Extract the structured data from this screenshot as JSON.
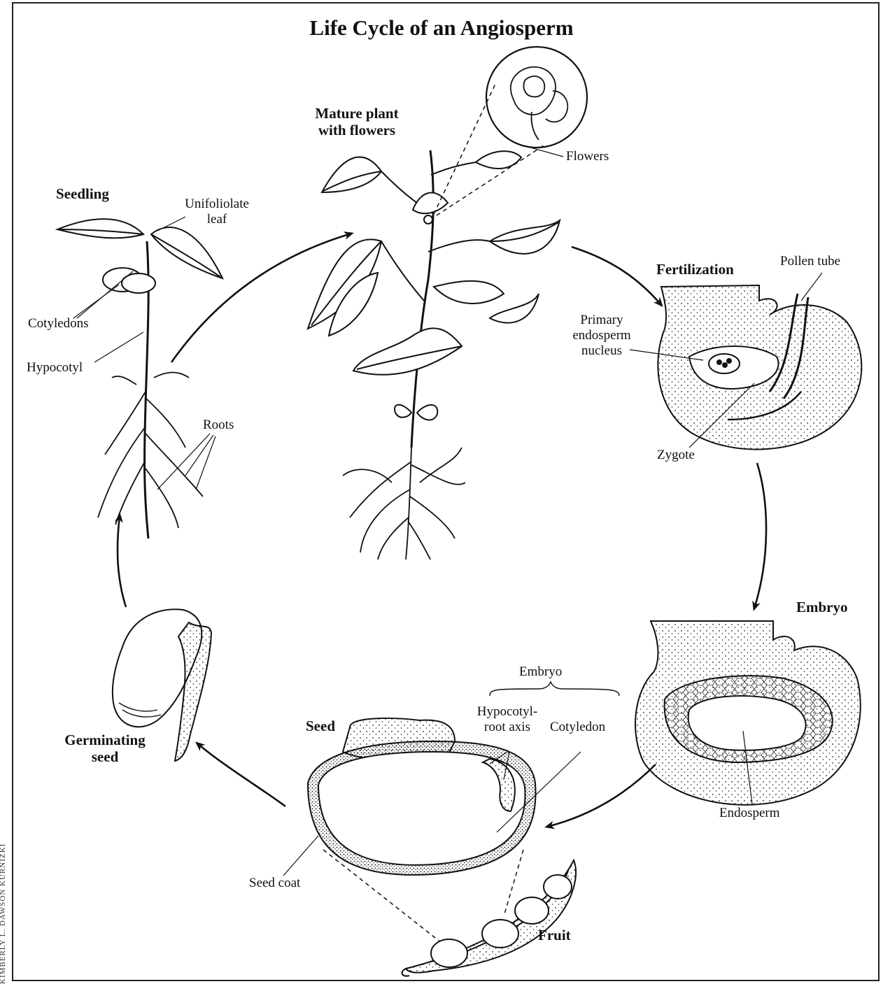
{
  "title": "Life Cycle of an Angiosperm",
  "credit": "KIMBERLY L. DAWSON KURNIZKI",
  "stages": {
    "mature_plant": "Mature plant\nwith flowers",
    "fertilization": "Fertilization",
    "embryo": "Embryo",
    "seed": "Seed",
    "fruit": "Fruit",
    "germinating_seed": "Germinating\nseed",
    "seedling": "Seedling"
  },
  "labels": {
    "flowers": "Flowers",
    "unifoliolate_leaf": "Unifoliolate\nleaf",
    "cotyledons": "Cotyledons",
    "hypocotyl": "Hypocotyl",
    "roots": "Roots",
    "pollen_tube": "Pollen tube",
    "primary_endosperm_nucleus": "Primary\nendosperm\nnucleus",
    "zygote": "Zygote",
    "endosperm": "Endosperm",
    "embryo_bracket": "Embryo",
    "hypocotyl_root_axis": "Hypocotyl-\nroot axis",
    "cotyledon": "Cotyledon",
    "seed_coat": "Seed coat"
  },
  "icons": {
    "cycle_arrows": "arrow-icon",
    "flower_magnifier": "magnifier-circle-icon"
  },
  "colors": {
    "ink": "#111111",
    "paper": "#ffffff"
  }
}
